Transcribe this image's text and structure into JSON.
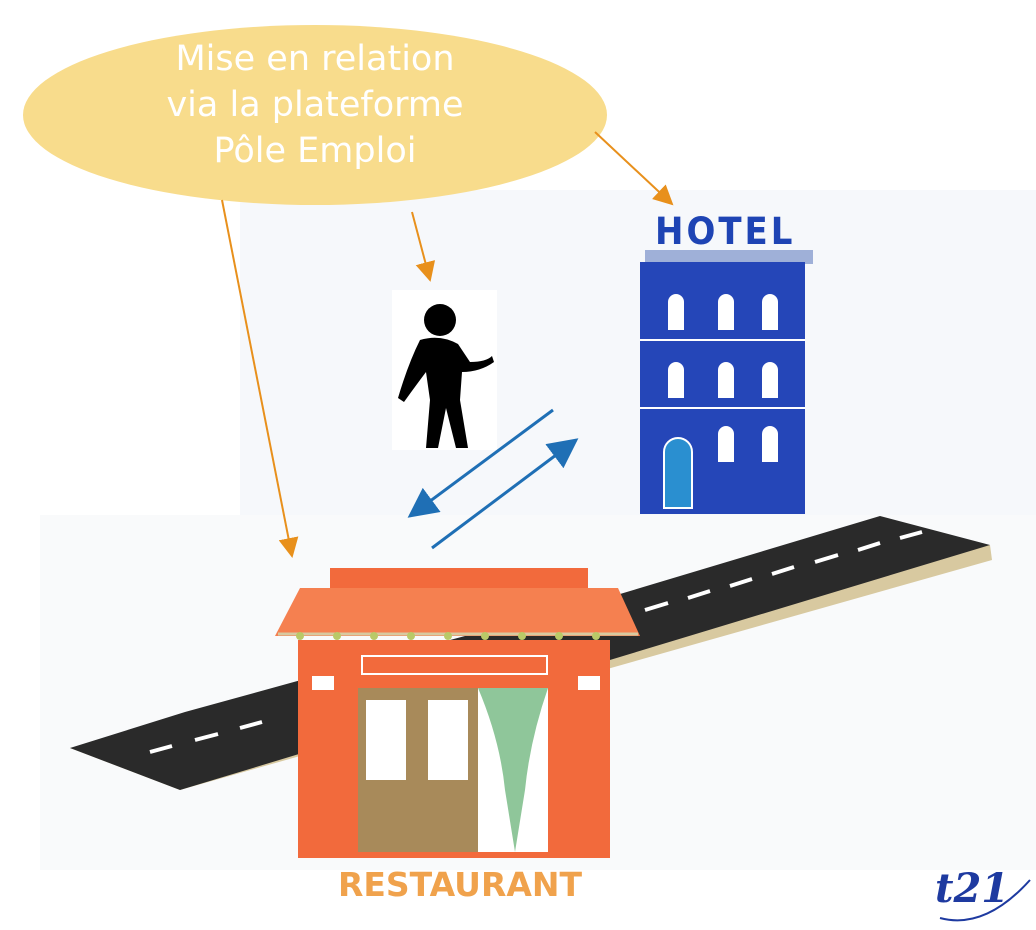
{
  "bubble": {
    "lines": [
      "Mise en relation",
      "via la plateforme",
      "Pôle Emploi"
    ],
    "fill_color": "#f8dc8c"
  },
  "hotel": {
    "sign": "HOTEL",
    "color": "#2546b8"
  },
  "restaurant": {
    "caption": "RESTAURANT",
    "color": "#f26a3c",
    "caption_color": "#f0a24c"
  },
  "logo": {
    "text": "t21"
  },
  "colors": {
    "orange_arrow": "#e8901c",
    "blue_arrow": "#1f6fb5",
    "road": "#2a2a2a"
  },
  "icons": [
    "person-icon",
    "hotel-building-icon",
    "restaurant-building-icon",
    "road-icon"
  ]
}
